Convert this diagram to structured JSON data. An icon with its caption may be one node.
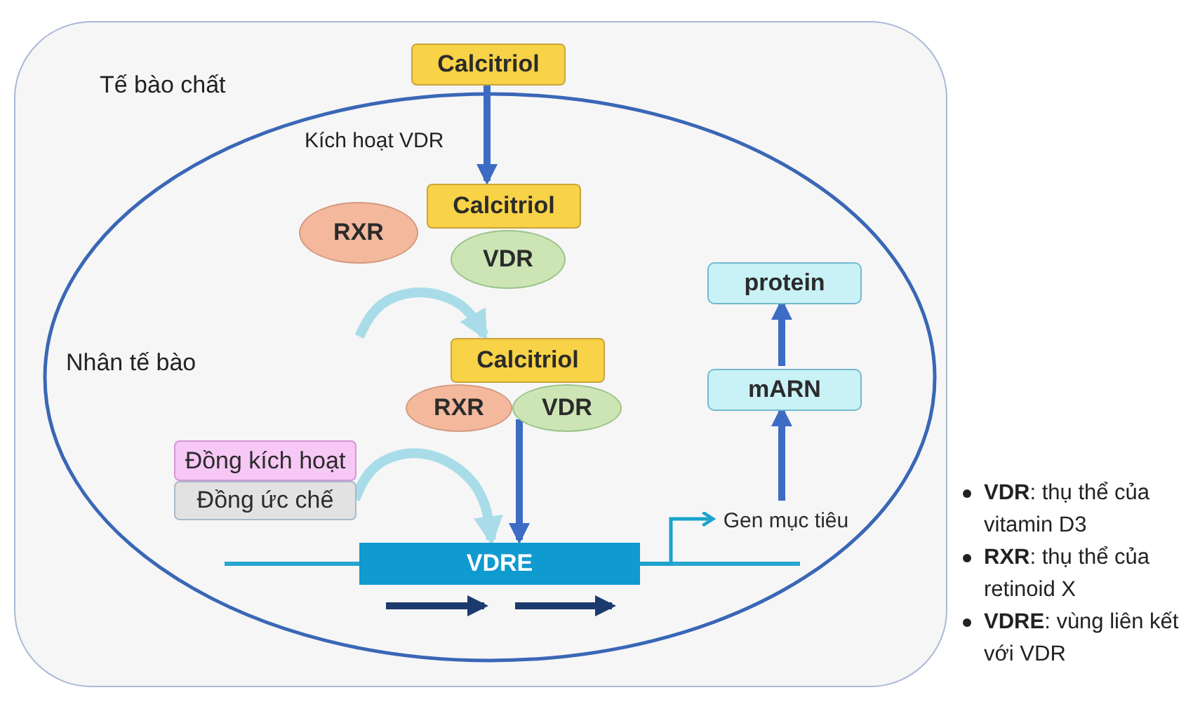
{
  "diagram": {
    "nodes": [
      {
        "text": [
          "Tế bào chất"
        ]
      },
      {
        "text": [
          "Nhân tế bào"
        ],
        "in": 0
      },
      {
        "text": [
          "Calcitriol"
        ],
        "in": 0
      },
      {
        "text": [
          "Calcitriol"
        ],
        "in": 1
      },
      {
        "text": [
          "RXR"
        ],
        "in": 1
      },
      {
        "text": [
          "VDR"
        ],
        "in": 1
      },
      {
        "text": [
          "Calcitriol"
        ],
        "in": 1
      },
      {
        "text": [
          "RXR"
        ],
        "in": 1
      },
      {
        "text": [
          "VDR"
        ],
        "in": 1
      },
      {
        "text": [
          "Đồng kích hoạt"
        ],
        "in": 1
      },
      {
        "text": [
          "Đồng ức chế"
        ],
        "in": 1
      },
      {
        "text": [
          "VDRE"
        ],
        "in": 1
      },
      {
        "text": [
          "Gen mục tiêu"
        ],
        "in": 1
      },
      {
        "text": [
          "mARN"
        ],
        "in": 1
      },
      {
        "text": [
          "protein"
        ],
        "in": 1
      }
    ],
    "edges": [
      {
        "from": 2,
        "to": 3,
        "arrow": "to",
        "label": "Kích hoạt VDR"
      },
      {
        "from": null,
        "to": 6,
        "arrow": "to",
        "color": "#a8dce8"
      },
      {
        "from": 8,
        "to": 11,
        "arrow": "to"
      },
      {
        "from": 10,
        "to": 11,
        "arrow": "to",
        "color": "#a8dce8"
      },
      {
        "from": 11,
        "to": 12,
        "arrow": "to",
        "color": "#1ba3cc"
      },
      {
        "from": 12,
        "to": 13,
        "arrow": "to"
      },
      {
        "from": 13,
        "to": 14,
        "arrow": "to"
      }
    ],
    "labels": [
      "**VDR**: thụ thể của vitamin D3",
      "**RXR**: thụ thể của retinoid X",
      "**VDRE**: vùng liên kết với VDR"
    ]
  }
}
